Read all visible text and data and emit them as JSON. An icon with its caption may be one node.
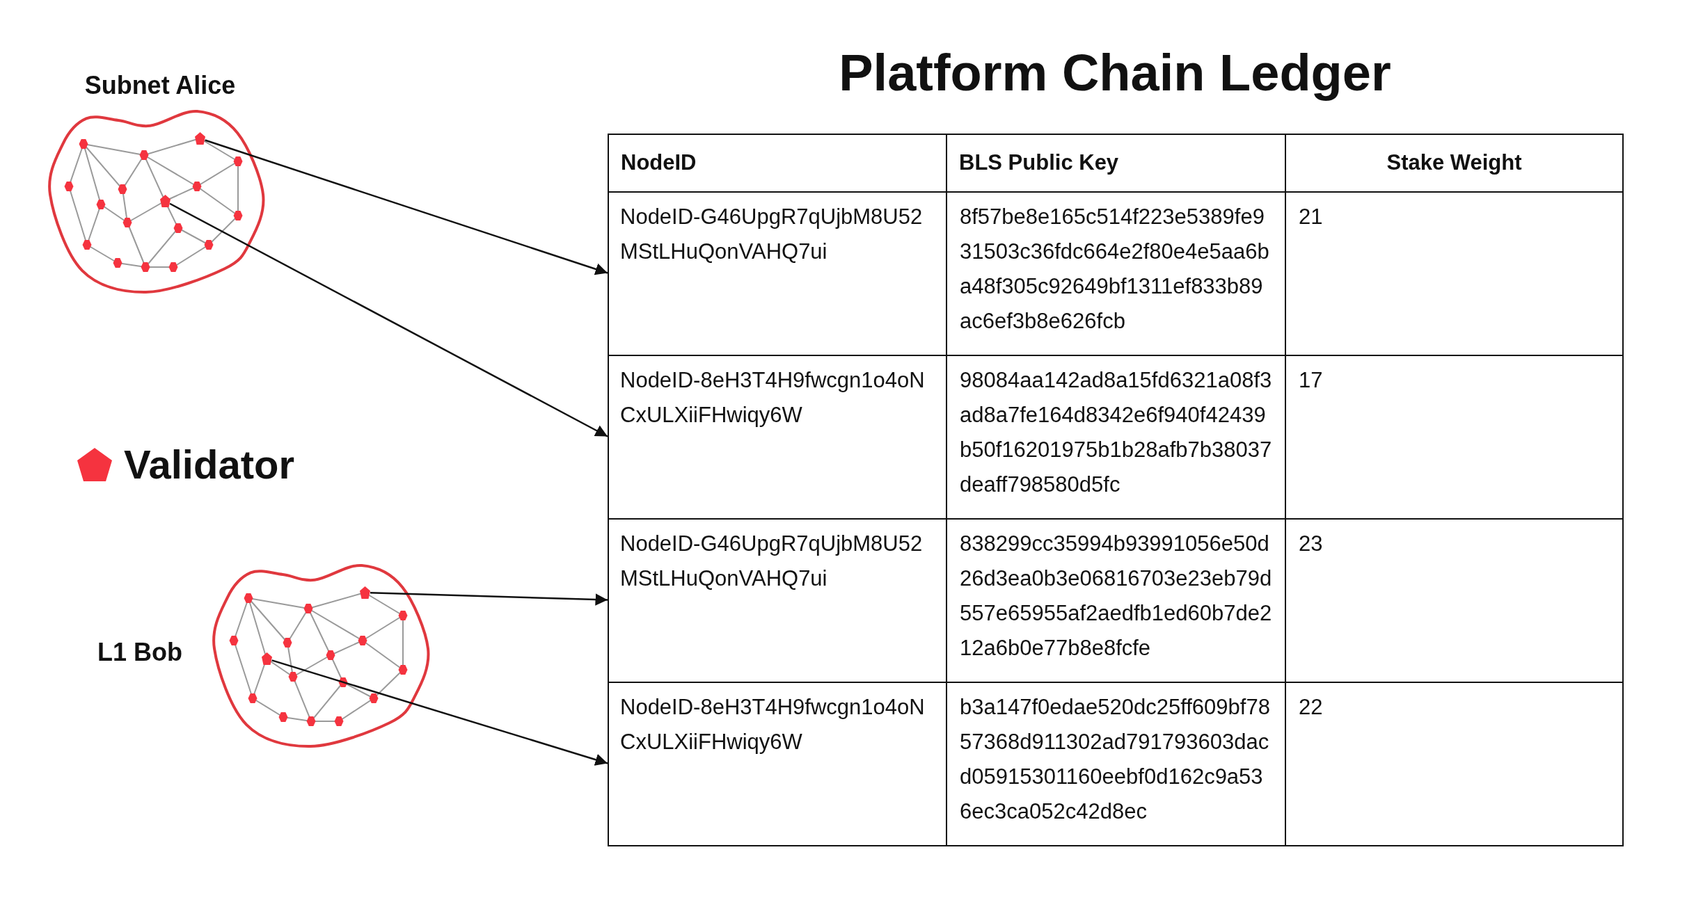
{
  "diagram": {
    "title": "Platform Chain Ledger",
    "nodes": [
      {
        "text": [
          "Subnet Alice"
        ]
      },
      {
        "text": [],
        "shape": "pentagon",
        "in": 0
      },
      {
        "text": [],
        "shape": "pentagon",
        "in": 0
      },
      {
        "text": [
          "L1 Bob"
        ]
      },
      {
        "text": [],
        "shape": "pentagon",
        "in": 3
      },
      {
        "text": [],
        "shape": "pentagon",
        "in": 3
      },
      {
        "text": [
          "NodeID-G46UpgR7qUjbM8U52MStLHuQonVAHQ7ui",
          "8f57be8e165c514f223e5389fe931503c36fdc664e2f80e4e5aa6ba48f305c92649bf1311ef833b89ac6ef3b8e626fcb",
          "21"
        ]
      },
      {
        "text": [
          "NodeID-8eH3T4H9fwcgn1o4oNCxULXiiFHwiqy6W",
          "98084aa142ad8a15fd6321a08f3ad8a7fe164d8342e6f940f42439b50f16201975b1b28afb7b38037deaff798580d5fc",
          "17"
        ]
      },
      {
        "text": [
          "NodeID-G46UpgR7qUjbM8U52MStLHuQonVAHQ7ui",
          "838299cc35994b93991056e50d26d3ea0b3e06816703e23eb79d557e65955af2aedfb1ed60b7de212a6b0e77b8e8fcfe",
          "23"
        ]
      },
      {
        "text": [
          "NodeID-8eH3T4H9fwcgn1o4oNCxULXiiFHwiqy6W",
          "b3a147f0edae520dc25ff609bf7857368d911302ad791793603dacd05915301160eebf0d162c9a536ec3ca052c42d8ec",
          "22"
        ]
      }
    ],
    "edges": [
      {
        "from": 1,
        "to": 6,
        "arrow": "to"
      },
      {
        "from": 2,
        "to": 7,
        "arrow": "to"
      },
      {
        "from": 4,
        "to": 8,
        "arrow": "to"
      },
      {
        "from": 5,
        "to": 9,
        "arrow": "to"
      }
    ],
    "labels": [
      "NodeID",
      "BLS Public Key",
      "Stake Weight"
    ],
    "legend": [
      {
        "text": "Validator",
        "color": "#f5333f"
      }
    ]
  }
}
